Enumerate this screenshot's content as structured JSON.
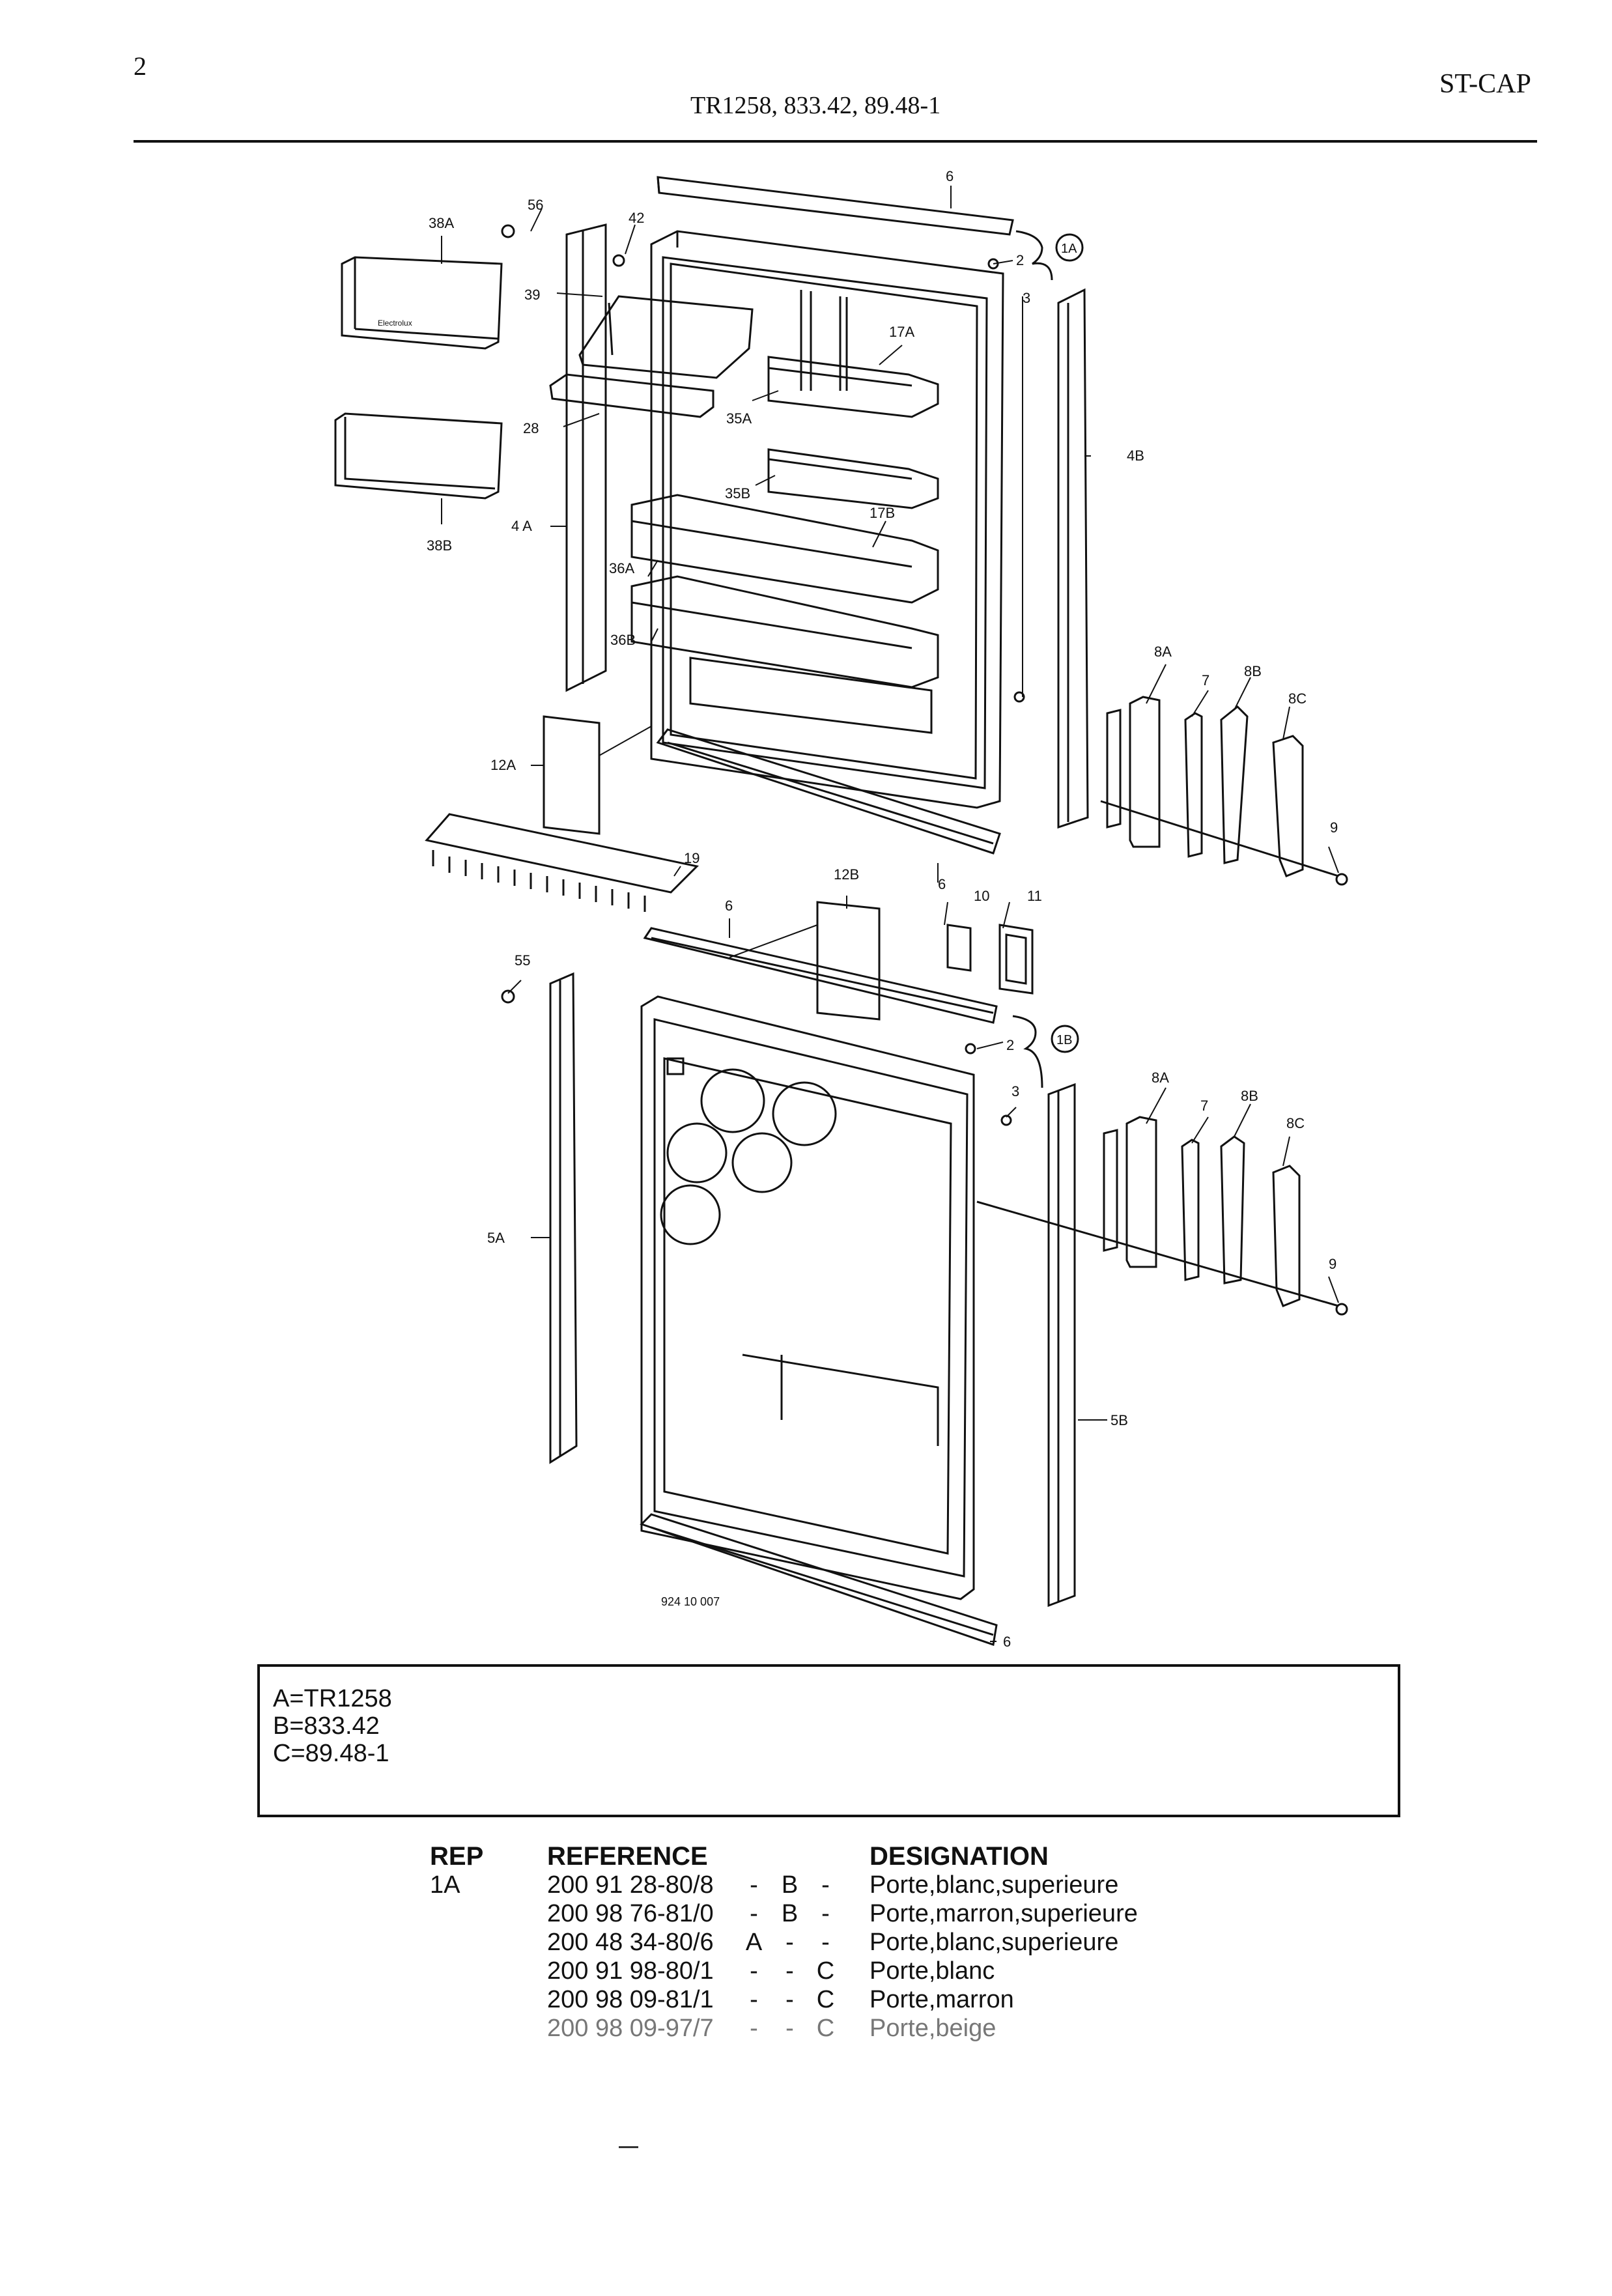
{
  "header": {
    "page_number": "2",
    "title": "TR1258, 833.42, 89.48-1",
    "brand": "ST-CAP"
  },
  "diagram": {
    "drawing_number": "924 10 007",
    "brand_badge": "Electrolux",
    "labels": {
      "l6_top": "6",
      "l56": "56",
      "l42": "42",
      "l38a": "38A",
      "l39": "39",
      "l2_top": "2",
      "l3_top": "3",
      "l1a": "1A",
      "l17a": "17A",
      "l28": "28",
      "l35a": "35A",
      "l4b": "4B",
      "l35b": "35B",
      "l17b": "17B",
      "l4a": "4 A",
      "l38b": "38B",
      "l36a": "36A",
      "l36b": "36B",
      "l8a_top": "8A",
      "l7_top": "7",
      "l8b_top": "8B",
      "l8c_top": "8C",
      "l12a": "12A",
      "l9_top": "9",
      "l19": "19",
      "l12b": "12B",
      "l6_mid": "6",
      "l10": "10",
      "l11": "11",
      "l6_left": "6",
      "l55": "55",
      "l1b": "1B",
      "l2_bot": "2",
      "l3_bot": "3",
      "l8a_bot": "8A",
      "l7_bot": "7",
      "l8b_bot": "8B",
      "l8c_bot": "8C",
      "l5a": "5A",
      "l9_bot": "9",
      "l5b": "5B",
      "l6_bot": "6"
    }
  },
  "legend": {
    "lines": [
      "A=TR1258",
      "B=833.42",
      "C=89.48-1"
    ]
  },
  "parts_table": {
    "headers": {
      "rep": "REP",
      "reference": "REFERENCE",
      "designation": "DESIGNATION"
    },
    "rows": [
      {
        "rep": "1A",
        "reference": "200 91 28-80/8",
        "a": "-",
        "b": "B",
        "c": "-",
        "designation": "Porte,blanc,superieure"
      },
      {
        "rep": "",
        "reference": "200 98 76-81/0",
        "a": "-",
        "b": "B",
        "c": "-",
        "designation": "Porte,marron,superieure"
      },
      {
        "rep": "",
        "reference": "200 48 34-80/6",
        "a": "A",
        "b": "-",
        "c": "-",
        "designation": "Porte,blanc,superieure"
      },
      {
        "rep": "",
        "reference": "200 91 98-80/1",
        "a": "-",
        "b": "-",
        "c": "C",
        "designation": "Porte,blanc"
      },
      {
        "rep": "",
        "reference": "200 98 09-81/1",
        "a": "-",
        "b": "-",
        "c": "C",
        "designation": "Porte,marron"
      },
      {
        "rep": "",
        "reference": "200 98 09-97/7",
        "a": "-",
        "b": "-",
        "c": "C",
        "designation": "Porte,beige"
      }
    ]
  }
}
